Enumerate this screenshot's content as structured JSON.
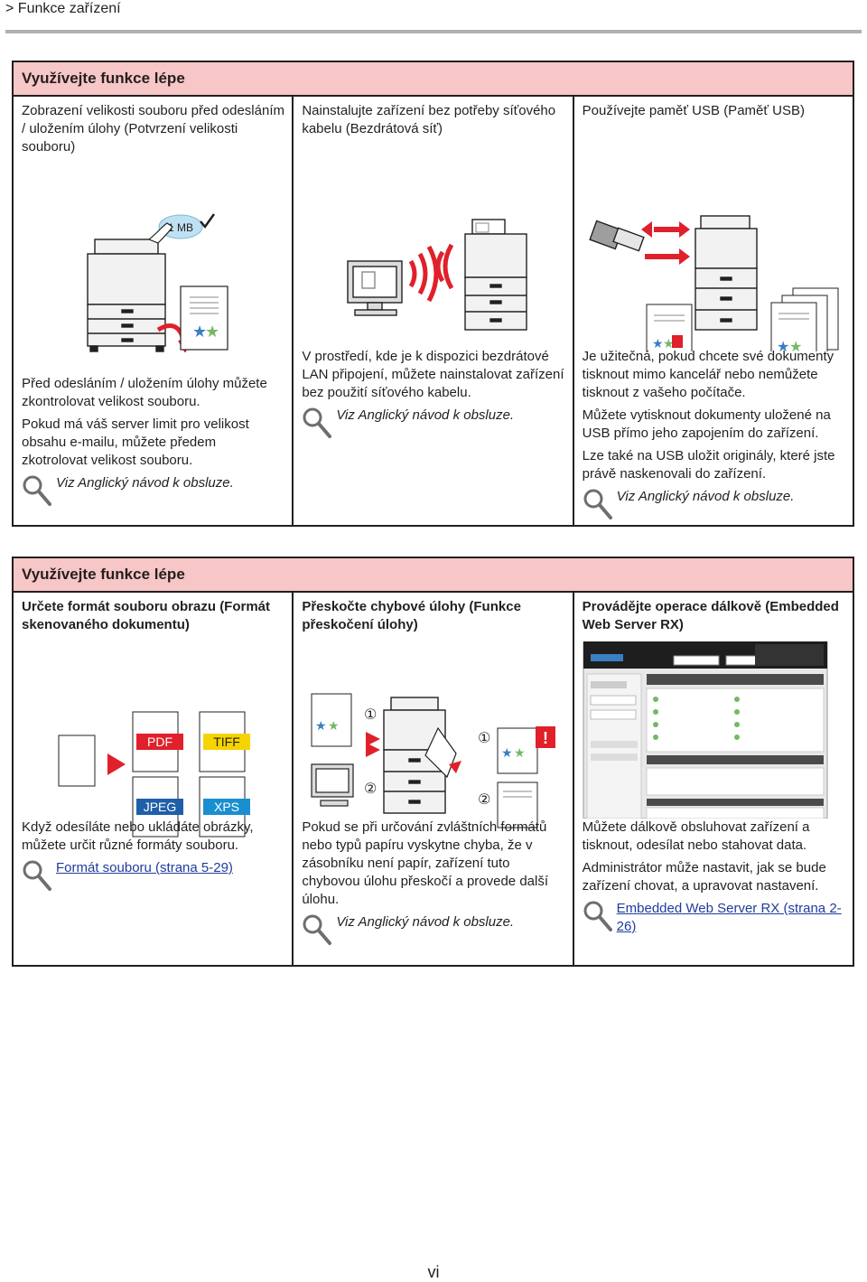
{
  "breadcrumb": "> Funkce zařízení",
  "sections": [
    {
      "heading": "Využívejte funkce lépe",
      "columns": [
        {
          "title": "Zobrazení velikosti souboru před odesláním / uložením úlohy (Potvrzení velikosti souboru)",
          "badge": "1 MB",
          "paragraphs": [
            "Před odesláním / uložením úlohy můžete zkontrolovat velikost souboru.",
            "Pokud má váš server limit pro velikost obsahu e-mailu, můžete předem zkotrolovat velikost souboru."
          ],
          "reference": "Viz Anglický návod k obsluze."
        },
        {
          "title": "Nainstalujte zařízení bez potřeby síťového kabelu (Bezdrátová síť)",
          "paragraphs": [
            "V prostředí, kde je k dispozici bezdrátové LAN připojení, můžete nainstalovat zařízení bez použití síťového kabelu."
          ],
          "reference": "Viz Anglický návod k obsluze."
        },
        {
          "title": "Používejte paměť USB (Paměť USB)",
          "paragraphs": [
            "Je užitečná, pokud chcete své dokumenty tisknout mimo kancelář nebo nemůžete tisknout z vašeho počítače.",
            "Můžete vytisknout dokumenty uložené na USB přímo jeho zapojením do zařízení.",
            "Lze také na USB uložit originály, které jste právě naskenovali do zařízení."
          ],
          "reference": "Viz Anglický návod k obsluze."
        }
      ]
    },
    {
      "heading": "Využívejte funkce lépe",
      "columns": [
        {
          "title": "Určete formát souboru obrazu (Formát skenovaného dokumentu)",
          "formats": [
            "PDF",
            "TIFF",
            "JPEG",
            "XPS"
          ],
          "paragraphs": [
            "Když odesíláte nebo ukládáte obrázky, můžete určit různé formáty souboru."
          ],
          "reference": "Formát souboru (strana 5-29)"
        },
        {
          "title": "Přeskočte chybové úlohy (Funkce přeskočení úlohy)",
          "markers": [
            "①",
            "②"
          ],
          "paragraphs": [
            "Pokud se při určování zvláštních formátů nebo typů papíru vyskytne chyba, že v zásobníku není papír, zařízení tuto chybovou úlohu přeskočí a provede další úlohu."
          ],
          "reference": "Viz Anglický návod k obsluze."
        },
        {
          "title": "Provádějte operace dálkově (Embedded Web Server RX)",
          "paragraphs": [
            "Můžete dálkově obsluhovat zařízení a tisknout, odesílat nebo stahovat data.",
            "Administrátor může nastavit, jak se bude zařízení chovat, a upravovat nastavení."
          ],
          "reference": "Embedded Web Server RX (strana 2-26)"
        }
      ]
    }
  ],
  "page_number": "vi",
  "colors": {
    "header_pink": "#f7c6c6",
    "arrow_red": "#e0202a",
    "link_blue": "#1f3c9c"
  }
}
